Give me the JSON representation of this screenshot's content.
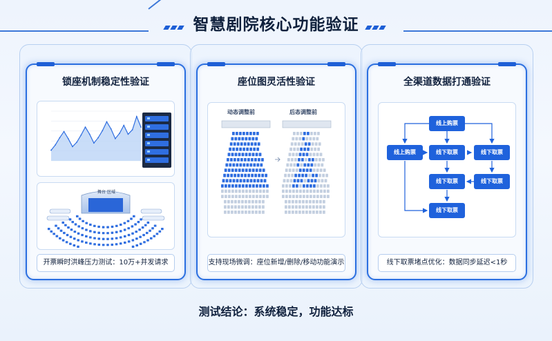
{
  "title": "智慧剧院核心功能验证",
  "conclusion": "测试结论：系统稳定，功能达标",
  "colors": {
    "accent": "#2b6fe0",
    "node": "#1f62dc",
    "seat": "#2f6ee0",
    "text": "#12233f"
  },
  "panels": [
    {
      "title": "锁座机制稳定性验证",
      "caption": "开票瞬时洪峰压力测试：10万+并发请求",
      "stage_label": "舞台 区域",
      "server_icon": "server-rack-icon"
    },
    {
      "title": "座位图灵活性验证",
      "caption": "支持现场微调：座位新增/删除/移动功能演示",
      "before_label": "动态调整前",
      "after_label": "后态调整前"
    },
    {
      "title": "全渠道数据打通验证",
      "caption": "线下取票堵点优化：数据同步延迟<1秒",
      "nodes": {
        "top": "线上购票",
        "left": "线上购票",
        "center": "线下取票",
        "right": "线下取票",
        "mid": "线下取票",
        "mid_right": "线下取票",
        "bottom": "线下取票"
      }
    }
  ],
  "chart_data": {
    "type": "area",
    "series": [
      {
        "values": [
          120,
          180,
          260,
          330,
          250,
          160,
          210,
          290,
          380,
          300,
          200,
          260,
          340,
          440,
          360,
          250,
          310,
          400,
          300,
          350,
          500,
          380
        ]
      }
    ]
  }
}
